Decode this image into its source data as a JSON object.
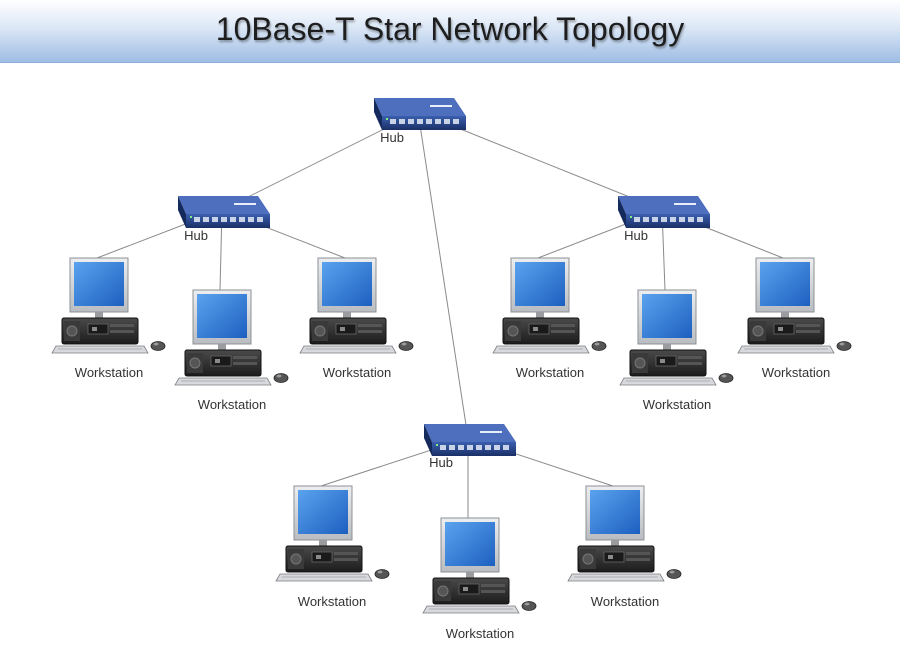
{
  "title": "10Base-T Star Network Topology",
  "colors": {
    "hub_body": "#1e3a7a",
    "hub_face": "#2f55a6",
    "screen": "#2a6fd0",
    "monitor_frame": "#d4d6d8",
    "cpu_body": "#2b2b2b",
    "link": "#8a8a8a"
  },
  "nodes": {
    "hub_top": {
      "label": "Hub",
      "icon": "network-hub-icon"
    },
    "hub_left": {
      "label": "Hub",
      "icon": "network-hub-icon"
    },
    "hub_right": {
      "label": "Hub",
      "icon": "network-hub-icon"
    },
    "hub_bottom": {
      "label": "Hub",
      "icon": "network-hub-icon"
    },
    "ws_l1": {
      "label": "Workstation",
      "icon": "workstation-icon"
    },
    "ws_l2": {
      "label": "Workstation",
      "icon": "workstation-icon"
    },
    "ws_l3": {
      "label": "Workstation",
      "icon": "workstation-icon"
    },
    "ws_r1": {
      "label": "Workstation",
      "icon": "workstation-icon"
    },
    "ws_r2": {
      "label": "Workstation",
      "icon": "workstation-icon"
    },
    "ws_r3": {
      "label": "Workstation",
      "icon": "workstation-icon"
    },
    "ws_b1": {
      "label": "Workstation",
      "icon": "workstation-icon"
    },
    "ws_b2": {
      "label": "Workstation",
      "icon": "workstation-icon"
    },
    "ws_b3": {
      "label": "Workstation",
      "icon": "workstation-icon"
    }
  },
  "edges": [
    [
      "hub_top",
      "hub_left"
    ],
    [
      "hub_top",
      "hub_right"
    ],
    [
      "hub_top",
      "hub_bottom"
    ],
    [
      "hub_left",
      "ws_l1"
    ],
    [
      "hub_left",
      "ws_l2"
    ],
    [
      "hub_left",
      "ws_l3"
    ],
    [
      "hub_right",
      "ws_r1"
    ],
    [
      "hub_right",
      "ws_r2"
    ],
    [
      "hub_right",
      "ws_r3"
    ],
    [
      "hub_bottom",
      "ws_b1"
    ],
    [
      "hub_bottom",
      "ws_b2"
    ],
    [
      "hub_bottom",
      "ws_b3"
    ]
  ]
}
